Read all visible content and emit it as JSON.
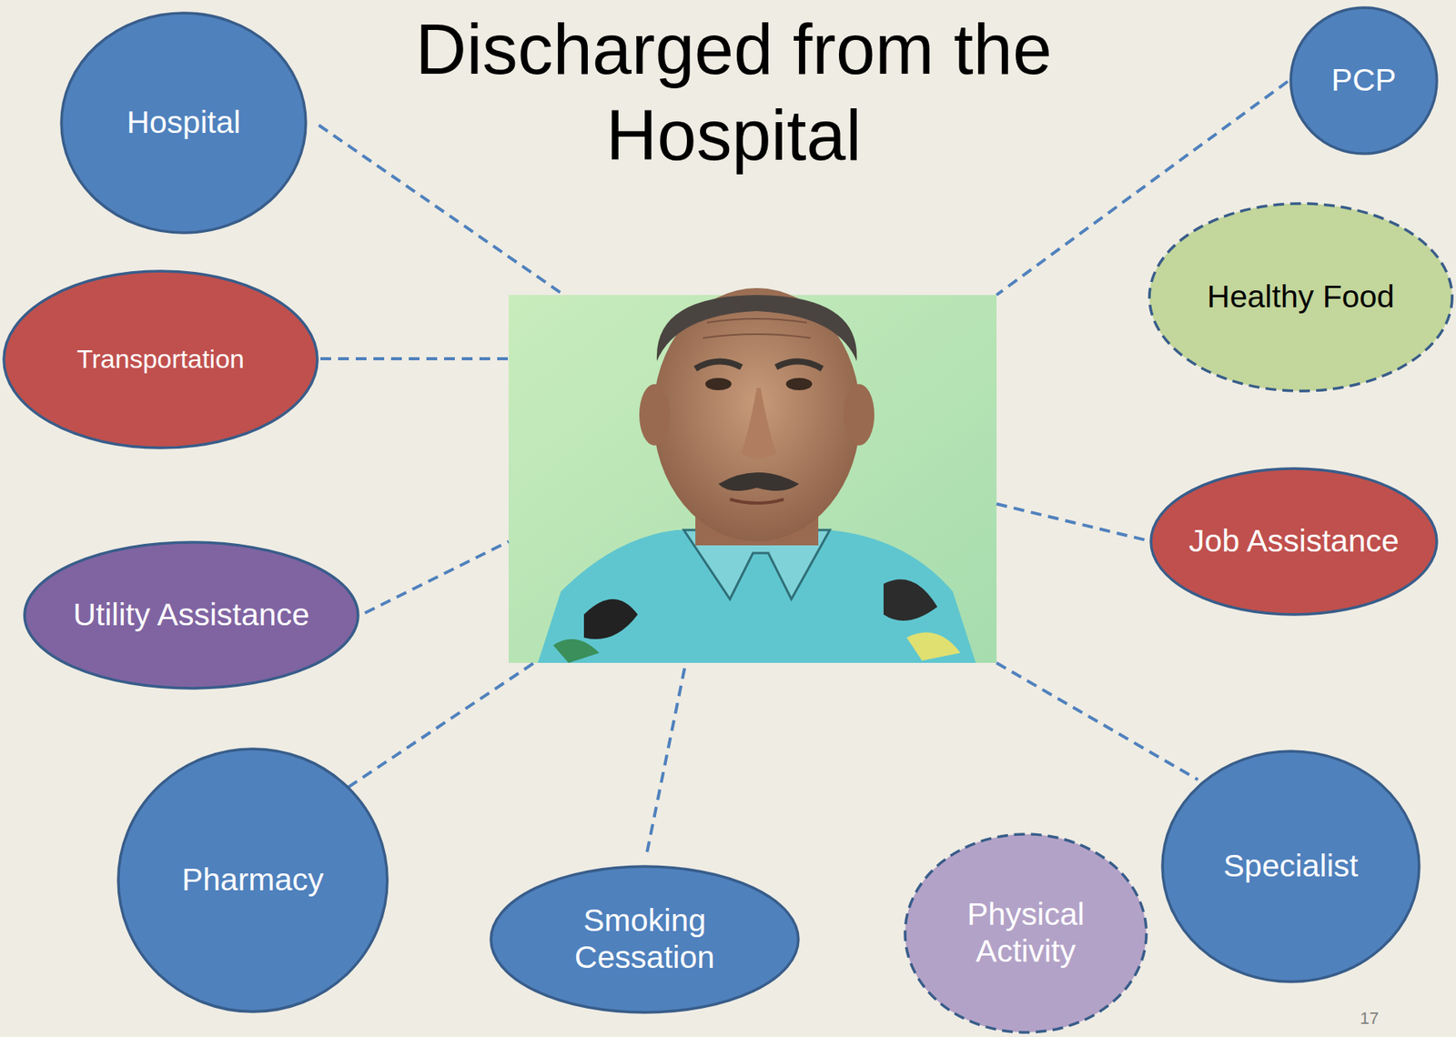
{
  "diagram": {
    "title": "Discharged from the Hospital",
    "nodes": [
      {
        "text": [
          "Hospital"
        ]
      },
      {
        "text": [
          "PCP"
        ]
      },
      {
        "text": [
          "Healthy Food"
        ]
      },
      {
        "text": [
          "Transportation"
        ]
      },
      {
        "text": [
          "Job Assistance"
        ]
      },
      {
        "text": [
          "Utility Assistance"
        ]
      },
      {
        "text": [
          "Pharmacy"
        ]
      },
      {
        "text": [
          "Smoking Cessation"
        ]
      },
      {
        "text": [
          "Physical Activity"
        ]
      },
      {
        "text": [
          "Specialist"
        ]
      }
    ],
    "labels": [
      "17"
    ]
  }
}
